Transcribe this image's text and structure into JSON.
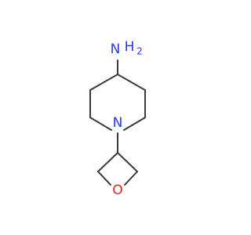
{
  "molecule": {
    "atoms": {
      "amine": {
        "symbol": "N",
        "hydrogens": "H",
        "subscript": "2",
        "color": "#1f3bff"
      },
      "piperidine_nitrogen": {
        "symbol": "N",
        "color": "#1f3bff"
      },
      "oxetane_oxygen": {
        "symbol": "O",
        "color": "#ff1a1a"
      }
    },
    "bond_color": "#3a3a3a"
  }
}
